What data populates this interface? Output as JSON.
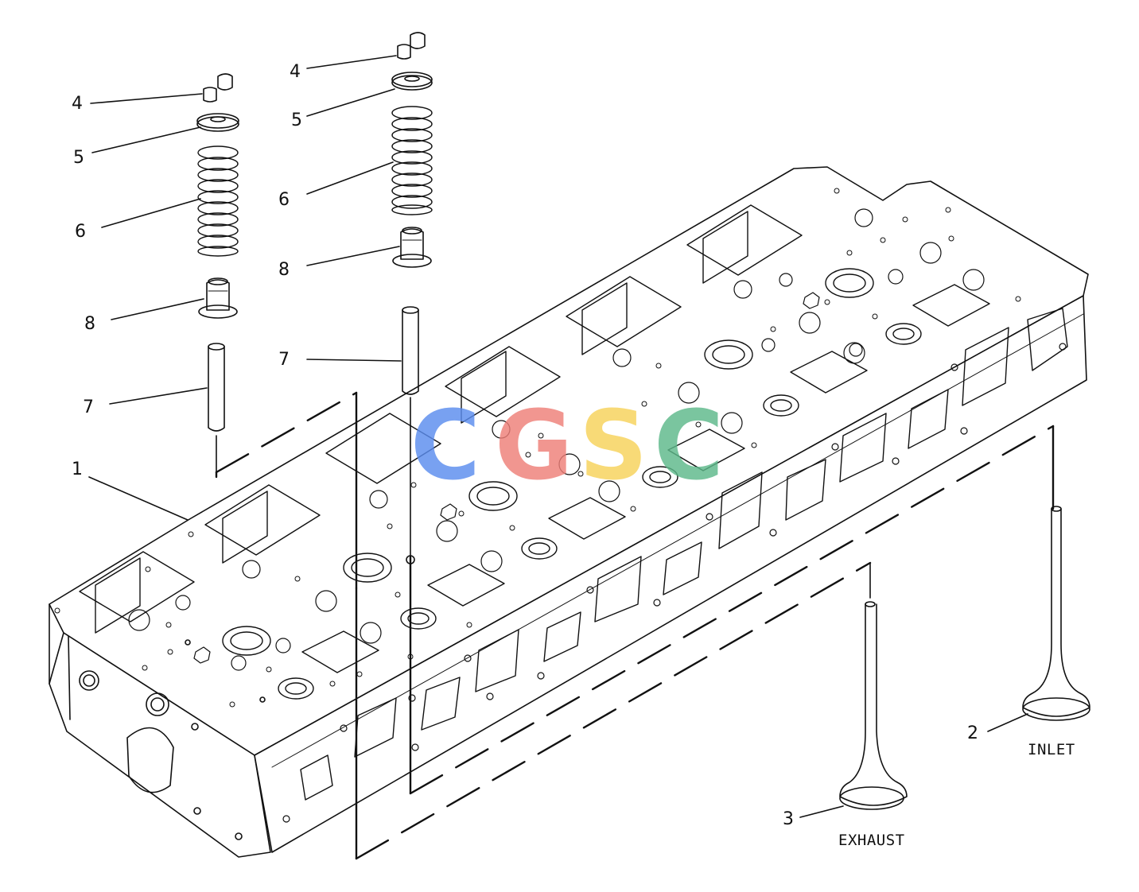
{
  "callouts": {
    "c1": "1",
    "c2": "2",
    "c3": "3",
    "c4a": "4",
    "c4b": "4",
    "c5a": "5",
    "c5b": "5",
    "c6a": "6",
    "c6b": "6",
    "c7a": "7",
    "c7b": "7",
    "c8a": "8",
    "c8b": "8"
  },
  "captions": {
    "inlet": "INLET",
    "exhaust": "EXHAUST"
  },
  "watermark": {
    "text": "CGSC",
    "letters": [
      "C",
      "G",
      "S",
      "C"
    ],
    "colors": [
      "#5b8def",
      "#ef7f78",
      "#f7d35a",
      "#5db98a"
    ]
  }
}
